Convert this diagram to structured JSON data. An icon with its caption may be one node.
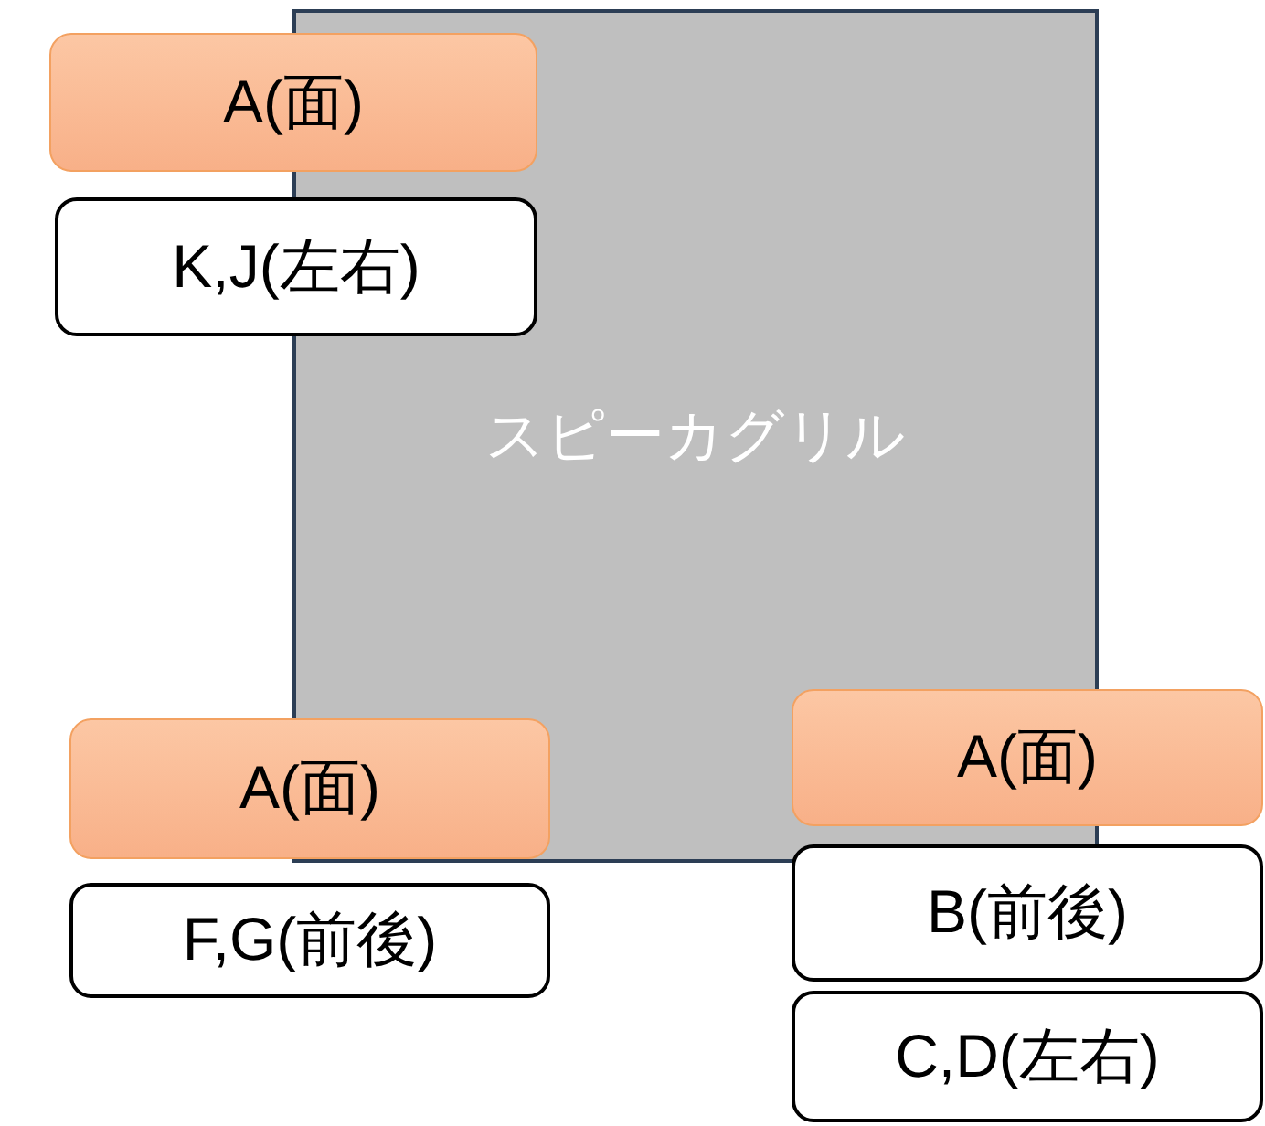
{
  "diagram": {
    "nodes": [
      {
        "text": [
          "スピーカグリル"
        ]
      },
      {
        "text": [
          "A(面)"
        ]
      },
      {
        "text": [
          "K,J(左右)"
        ]
      },
      {
        "text": [
          "A(面)"
        ]
      },
      {
        "text": [
          "F,G(前後)"
        ]
      },
      {
        "text": [
          "A(面)"
        ]
      },
      {
        "text": [
          "B(前後)"
        ]
      },
      {
        "text": [
          "C,D(左右)"
        ]
      }
    ]
  }
}
